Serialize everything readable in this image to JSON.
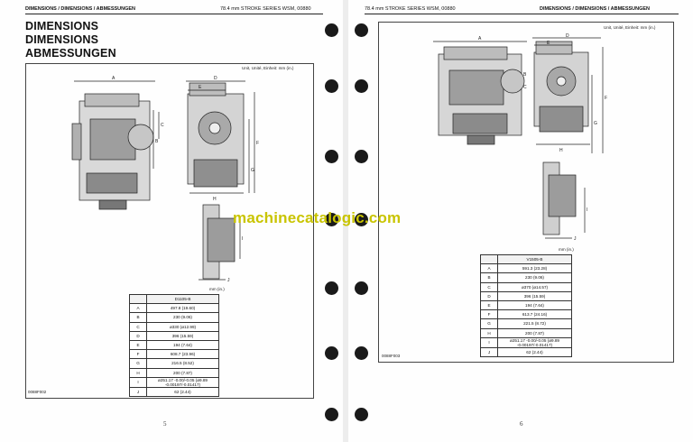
{
  "left_page": {
    "header_left": "DIMENSIONS / DIMENSIONS / ABMESSUNGEN",
    "header_right": "78.4 mm STROKE SERIES  WSM, 00880",
    "titles": [
      "DIMENSIONS",
      "DIMENSIONS",
      "ABMESSUNGEN"
    ],
    "unit_note": "Unit, Unité, Einheit: mm (in.)",
    "table_unit": "mm (in.)",
    "model": "D1105-B",
    "rows": [
      {
        "key": "A",
        "value": "497.8 (19.60)"
      },
      {
        "key": "B",
        "value": "230 (9.06)"
      },
      {
        "key": "C",
        "value": "ø330 (ø12.99)"
      },
      {
        "key": "D",
        "value": "396 (15.59)"
      },
      {
        "key": "E",
        "value": "194 (7.64)"
      },
      {
        "key": "F",
        "value": "608.7 (23.96)"
      },
      {
        "key": "G",
        "value": "216.5 (8.52)"
      },
      {
        "key": "H",
        "value": "200 (7.87)"
      },
      {
        "key": "I",
        "value": "ø251.17 -0.00/-0.05 (ø9.89 -0.00197/-0.01417)"
      },
      {
        "key": "J",
        "value": "62 (2.44)"
      }
    ],
    "figure_code": "0088F002",
    "page_number": "5",
    "dim_labels": {
      "A": "A",
      "B": "B",
      "C": "C",
      "D": "D",
      "E": "E",
      "F": "F",
      "G": "G",
      "H": "H",
      "I": "I",
      "J": "J"
    }
  },
  "right_page": {
    "header_left": "78.4 mm STROKE SERIES  WSM, 00880",
    "header_right": "DIMENSIONS / DIMENSIONS / ABMESSUNGEN",
    "unit_note": "Unit, Unité, Einheit: mm (in.)",
    "table_unit": "mm (in.)",
    "model": "V1505-B",
    "rows": [
      {
        "key": "A",
        "value": "591.3 (23.28)"
      },
      {
        "key": "B",
        "value": "230 (9.06)"
      },
      {
        "key": "C",
        "value": "ø370 (ø14.57)"
      },
      {
        "key": "D",
        "value": "396 (15.59)"
      },
      {
        "key": "E",
        "value": "194 (7.64)"
      },
      {
        "key": "F",
        "value": "613.7 (24.16)"
      },
      {
        "key": "G",
        "value": "221.5 (8.72)"
      },
      {
        "key": "H",
        "value": "200 (7.87)"
      },
      {
        "key": "I",
        "value": "ø251.17 -0.00/-0.05 (ø9.89 -0.00197/-0.01417)"
      },
      {
        "key": "J",
        "value": "62 (2.44)"
      }
    ],
    "figure_code": "0088F003",
    "page_number": "6",
    "dim_labels": {
      "A": "A",
      "B": "B",
      "C": "C",
      "D": "D",
      "E": "E",
      "F": "F",
      "G": "G",
      "H": "H",
      "I": "I",
      "J": "J"
    }
  },
  "watermark": "machinecatalogic.com"
}
